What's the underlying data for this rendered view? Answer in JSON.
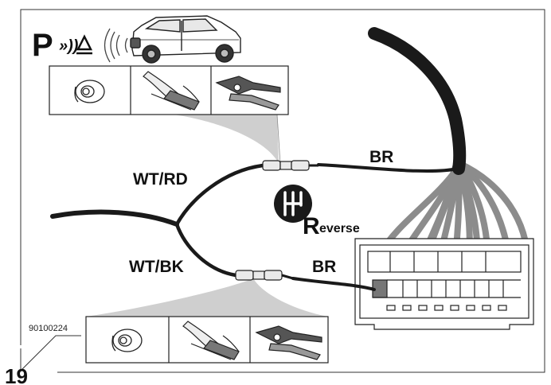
{
  "figure": {
    "number": "19",
    "code": "90100224"
  },
  "symbols": {
    "parking_letter": "P",
    "parking_waves": "»))",
    "reverse_letter": "R",
    "reverse_word": "everse"
  },
  "wires": {
    "top_main": "WT/RD",
    "top_branch": "BR",
    "bottom_main": "WT/BK",
    "bottom_branch": "BR"
  },
  "tools": {
    "top": [
      "tape-roll",
      "wire-stripper",
      "crimping-pliers"
    ],
    "bottom": [
      "tape-roll",
      "wire-stripper",
      "crimping-pliers"
    ]
  },
  "colors": {
    "wire": "#1a1a1a",
    "loom_grey": "#8c8c8c",
    "callout_grey": "#cfcfcf",
    "frame": "#333333"
  }
}
